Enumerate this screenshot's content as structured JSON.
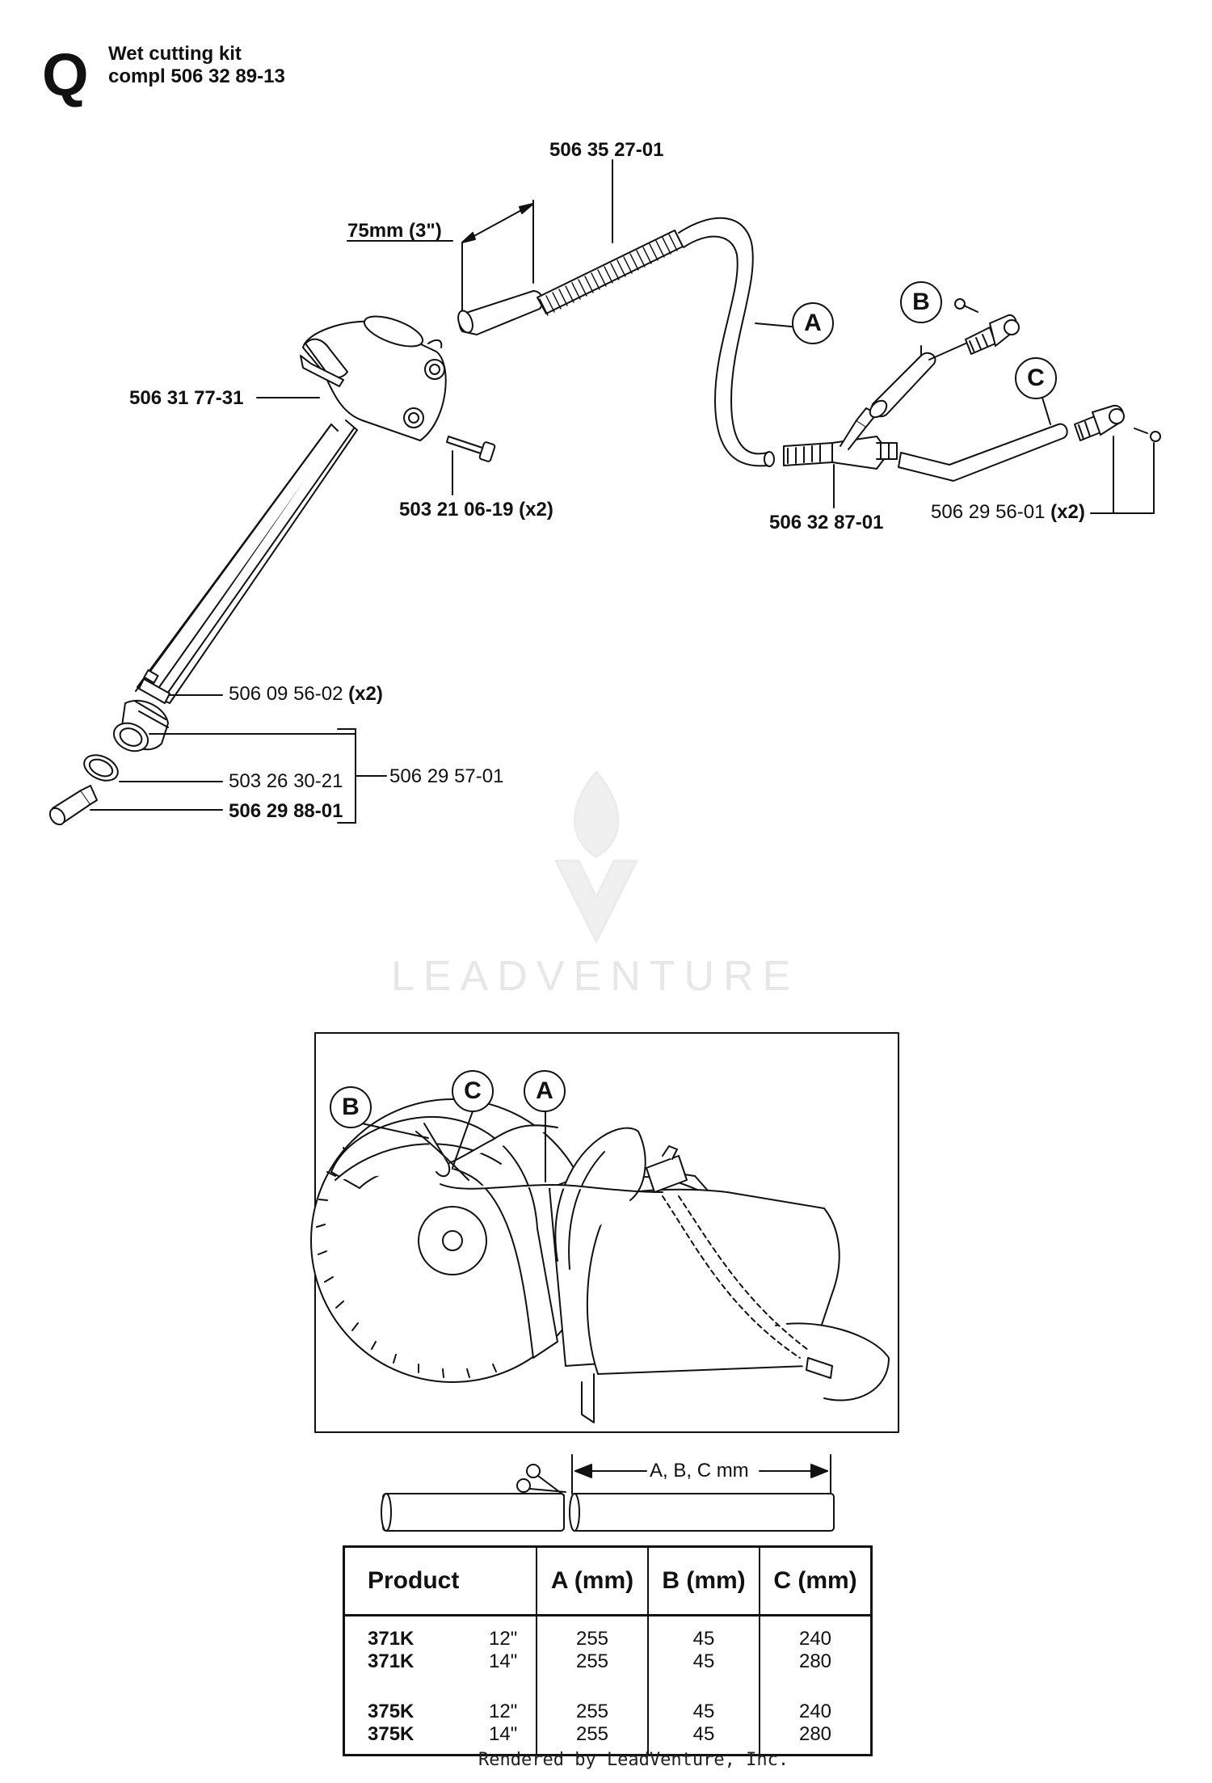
{
  "header": {
    "section_letter": "Q",
    "kit_title_line1": "Wet cutting kit",
    "kit_title_line2": "compl 506 32 89-13"
  },
  "parts": {
    "hose_spring": "506 35 27-01",
    "dimension": "75mm (3\")",
    "nozzle": "506 31 77-31",
    "screw": "503 21 06-19 (x2)",
    "t_connector": "506 32 87-01",
    "elbow_fittings": "506 29 56-01",
    "elbow_fittings_qty": "(x2)",
    "hose_clamp": "506 09 56-02",
    "hose_clamp_qty": "(x2)",
    "oring": "503 26 30-21",
    "coupling_set": "506 29 57-01",
    "nipple": "506 29 88-01"
  },
  "callouts": {
    "a": "A",
    "b": "B",
    "c": "C"
  },
  "cut_diagram": {
    "label": "A, B, C mm"
  },
  "watermark": {
    "text": "LEADVENTURE"
  },
  "table": {
    "headers": [
      "Product",
      "A (mm)",
      "B (mm)",
      "C (mm)"
    ],
    "rows": [
      {
        "model": "371K",
        "size": "12\"",
        "a": "255",
        "b": "45",
        "c": "240"
      },
      {
        "model": "371K",
        "size": "14\"",
        "a": "255",
        "b": "45",
        "c": "280"
      },
      {
        "model": "375K",
        "size": "12\"",
        "a": "255",
        "b": "45",
        "c": "240"
      },
      {
        "model": "375K",
        "size": "14\"",
        "a": "255",
        "b": "45",
        "c": "280"
      }
    ]
  },
  "footer": {
    "text": "Rendered by LeadVenture, Inc."
  },
  "colors": {
    "ink": "#111111",
    "watermark": "#e7e7e7"
  }
}
